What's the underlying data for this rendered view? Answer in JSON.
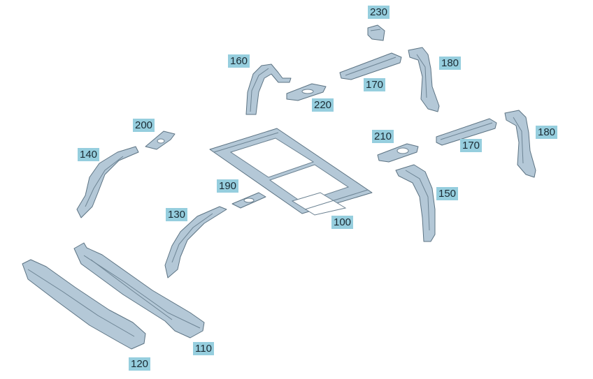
{
  "labels": {
    "roof_frame": "100",
    "front_bow_inner": "110",
    "front_bow_outer": "120",
    "front_arch_left": "130",
    "rear_arch_left": "140",
    "front_arch_right": "150",
    "rear_arch_right": "160",
    "rail_rear": "170",
    "rail_front": "170",
    "pillar_rear": "180",
    "pillar_front": "180",
    "plate_190": "190",
    "plate_200": "200",
    "plate_210": "210",
    "plate_220": "220",
    "bracket_230": "230"
  },
  "colors": {
    "callout_bg": "#96cede",
    "part_fill": "#b4c8d7",
    "part_stroke": "#5c7383"
  }
}
